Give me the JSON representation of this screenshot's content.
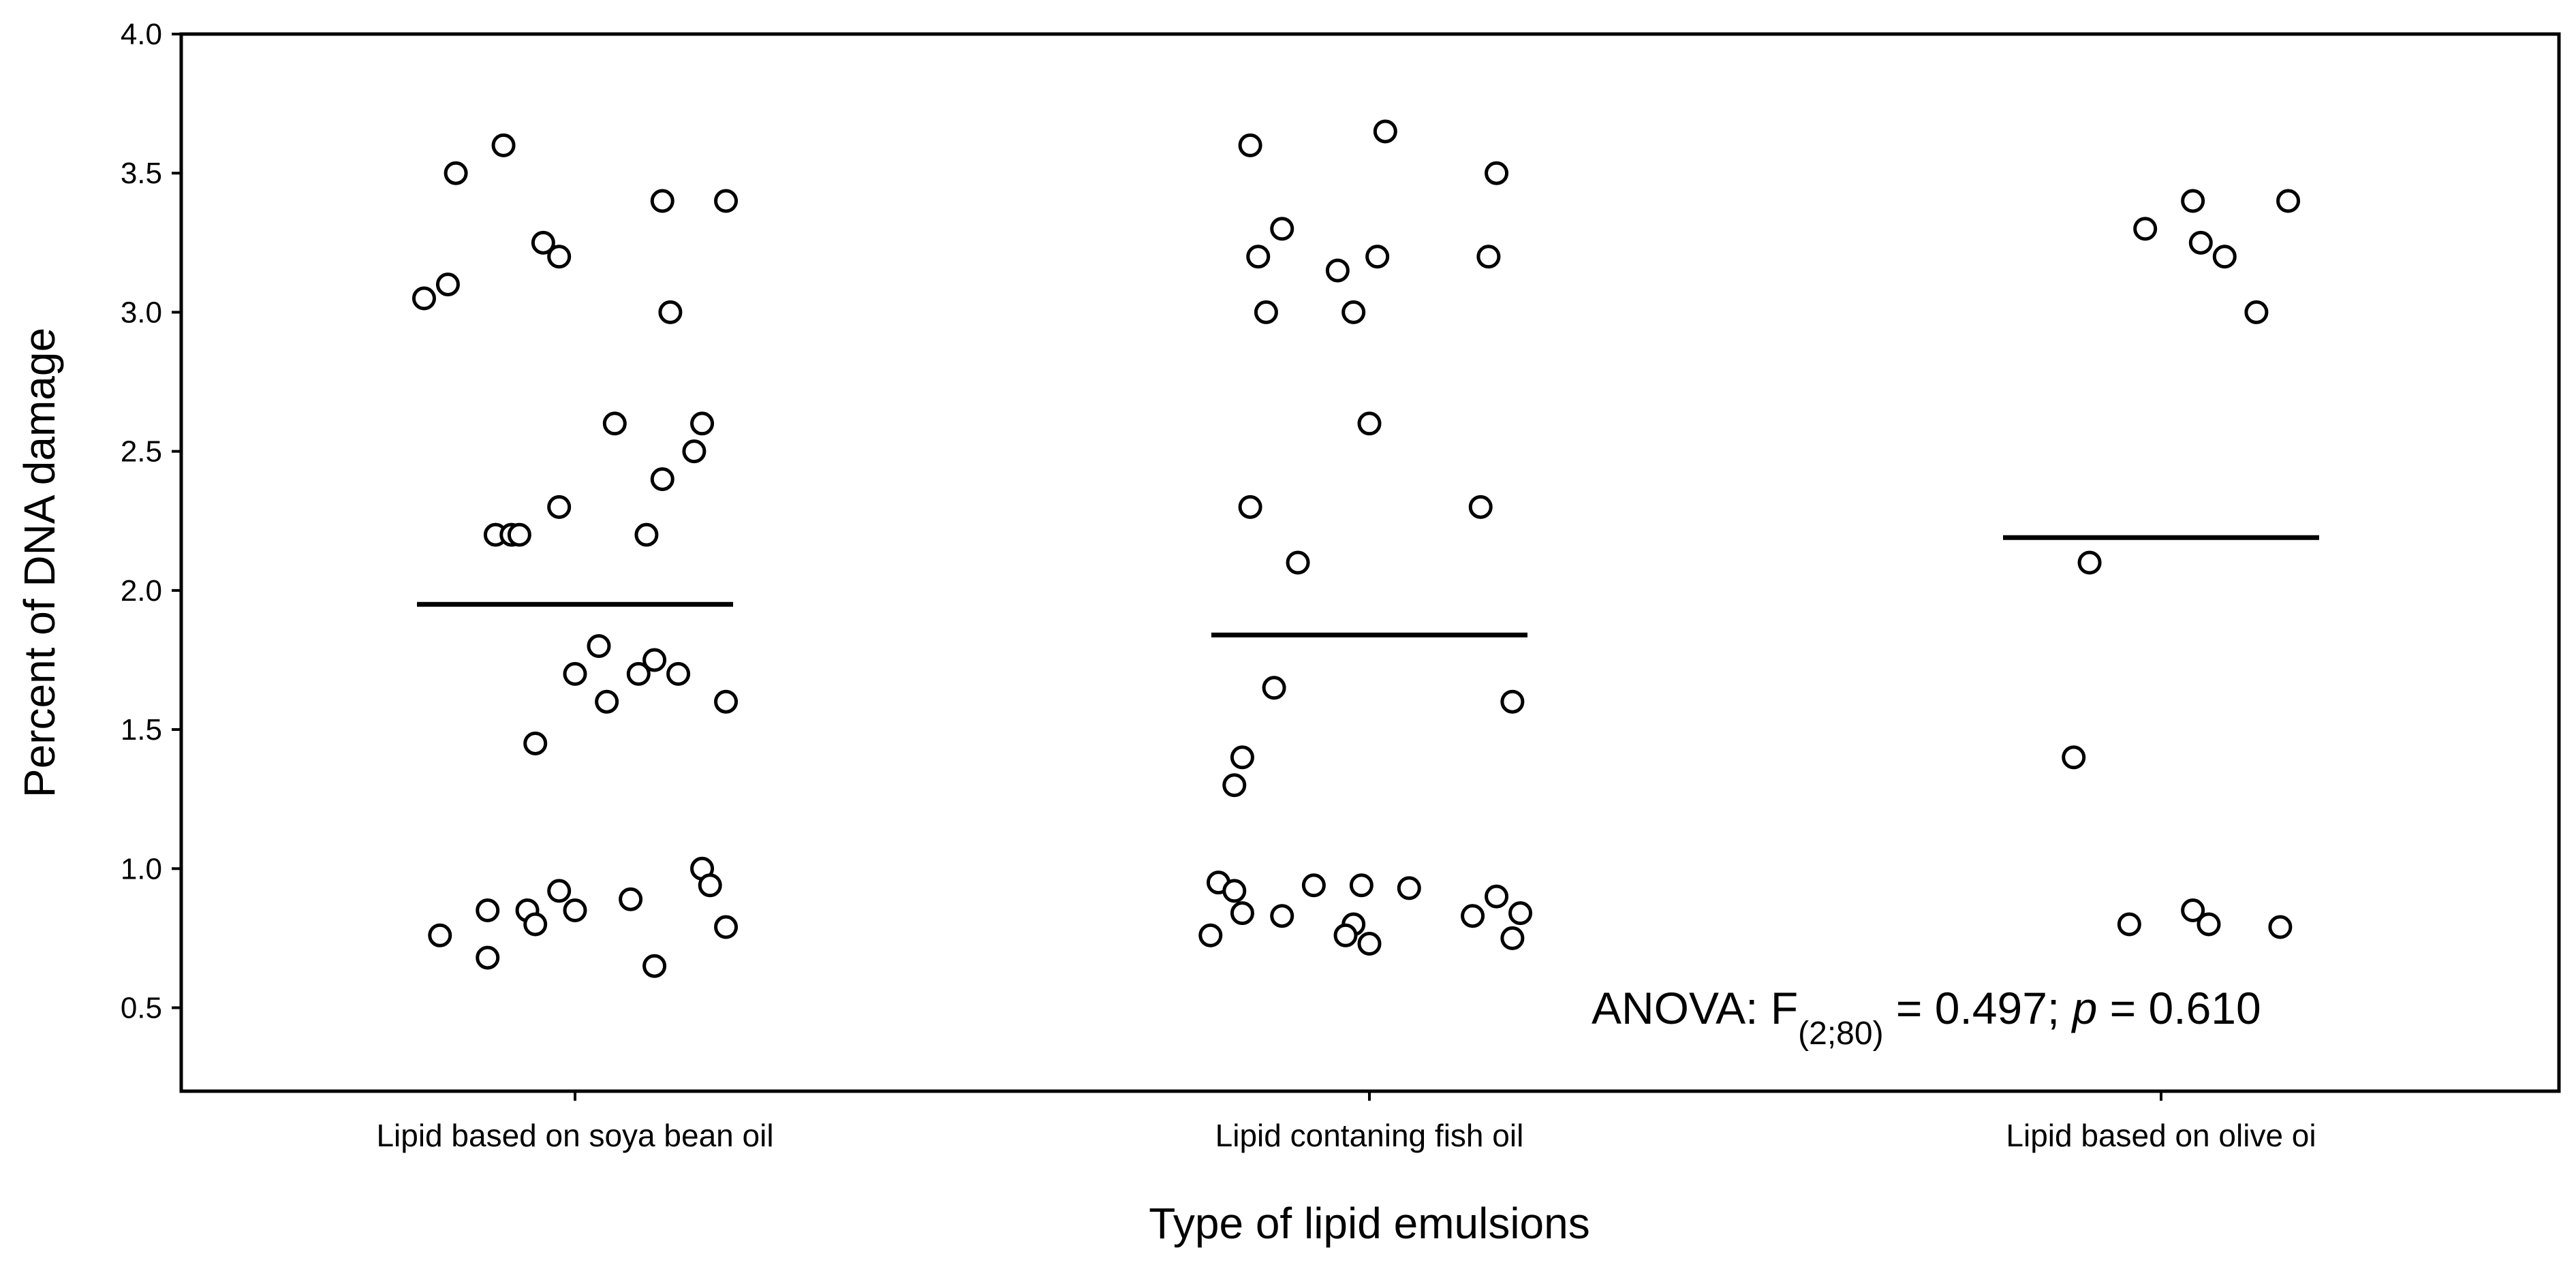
{
  "chart_data": {
    "type": "scatter",
    "title": "",
    "xlabel": "Type of lipid emulsions",
    "ylabel": "Percent of DNA damage",
    "ylim": [
      0.2,
      4.0
    ],
    "yticks": [
      "0.5",
      "1.0",
      "1.5",
      "2.0",
      "2.5",
      "3.0",
      "3.5",
      "4.0"
    ],
    "grid": false,
    "categories": [
      "Lipid based on soya bean oil",
      "Lipid contaning fish oil",
      "Lipid  based on olive oi"
    ],
    "groups": [
      {
        "category": "Lipid based on soya bean oil",
        "mean": 1.95,
        "points": [
          {
            "x": -0.19,
            "y": 3.05
          },
          {
            "x": -0.16,
            "y": 3.1
          },
          {
            "x": -0.15,
            "y": 3.5
          },
          {
            "x": -0.09,
            "y": 3.6
          },
          {
            "x": -0.04,
            "y": 3.25
          },
          {
            "x": -0.02,
            "y": 3.2
          },
          {
            "x": 0.11,
            "y": 3.4
          },
          {
            "x": 0.19,
            "y": 3.4
          },
          {
            "x": 0.12,
            "y": 3.0
          },
          {
            "x": 0.05,
            "y": 2.6
          },
          {
            "x": 0.16,
            "y": 2.6
          },
          {
            "x": 0.15,
            "y": 2.5
          },
          {
            "x": 0.11,
            "y": 2.4
          },
          {
            "x": -0.02,
            "y": 2.3
          },
          {
            "x": -0.1,
            "y": 2.2
          },
          {
            "x": -0.08,
            "y": 2.2
          },
          {
            "x": -0.07,
            "y": 2.2
          },
          {
            "x": 0.09,
            "y": 2.2
          },
          {
            "x": 0.03,
            "y": 1.8
          },
          {
            "x": 0.1,
            "y": 1.75
          },
          {
            "x": 0.0,
            "y": 1.7
          },
          {
            "x": 0.08,
            "y": 1.7
          },
          {
            "x": 0.13,
            "y": 1.7
          },
          {
            "x": 0.04,
            "y": 1.6
          },
          {
            "x": 0.19,
            "y": 1.6
          },
          {
            "x": -0.05,
            "y": 1.45
          },
          {
            "x": 0.16,
            "y": 1.0
          },
          {
            "x": -0.02,
            "y": 0.92
          },
          {
            "x": 0.17,
            "y": 0.94
          },
          {
            "x": 0.07,
            "y": 0.89
          },
          {
            "x": -0.11,
            "y": 0.85
          },
          {
            "x": -0.06,
            "y": 0.85
          },
          {
            "x": 0.0,
            "y": 0.85
          },
          {
            "x": -0.05,
            "y": 0.8
          },
          {
            "x": 0.19,
            "y": 0.79
          },
          {
            "x": -0.17,
            "y": 0.76
          },
          {
            "x": -0.11,
            "y": 0.68
          },
          {
            "x": 0.1,
            "y": 0.65
          }
        ]
      },
      {
        "category": "Lipid contaning fish oil",
        "mean": 1.84,
        "points": [
          {
            "x": -0.14,
            "y": 3.2
          },
          {
            "x": -0.15,
            "y": 3.6
          },
          {
            "x": -0.11,
            "y": 3.3
          },
          {
            "x": 0.02,
            "y": 3.65
          },
          {
            "x": 0.16,
            "y": 3.5
          },
          {
            "x": 0.01,
            "y": 3.2
          },
          {
            "x": -0.04,
            "y": 3.15
          },
          {
            "x": 0.15,
            "y": 3.2
          },
          {
            "x": -0.13,
            "y": 3.0
          },
          {
            "x": -0.02,
            "y": 3.0
          },
          {
            "x": 0.0,
            "y": 2.6
          },
          {
            "x": -0.15,
            "y": 2.3
          },
          {
            "x": 0.14,
            "y": 2.3
          },
          {
            "x": -0.09,
            "y": 2.1
          },
          {
            "x": -0.12,
            "y": 1.65
          },
          {
            "x": 0.18,
            "y": 1.6
          },
          {
            "x": -0.16,
            "y": 1.4
          },
          {
            "x": -0.17,
            "y": 1.3
          },
          {
            "x": -0.19,
            "y": 0.95
          },
          {
            "x": -0.17,
            "y": 0.92
          },
          {
            "x": -0.07,
            "y": 0.94
          },
          {
            "x": -0.01,
            "y": 0.94
          },
          {
            "x": 0.05,
            "y": 0.93
          },
          {
            "x": 0.16,
            "y": 0.9
          },
          {
            "x": -0.16,
            "y": 0.84
          },
          {
            "x": -0.11,
            "y": 0.83
          },
          {
            "x": 0.13,
            "y": 0.83
          },
          {
            "x": 0.19,
            "y": 0.84
          },
          {
            "x": -0.02,
            "y": 0.8
          },
          {
            "x": -0.2,
            "y": 0.76
          },
          {
            "x": -0.03,
            "y": 0.76
          },
          {
            "x": 0.18,
            "y": 0.75
          },
          {
            "x": 0.0,
            "y": 0.73
          }
        ]
      },
      {
        "category": "Lipid  based on olive oi",
        "mean": 2.19,
        "points": [
          {
            "x": -0.02,
            "y": 3.3
          },
          {
            "x": 0.04,
            "y": 3.4
          },
          {
            "x": 0.16,
            "y": 3.4
          },
          {
            "x": 0.05,
            "y": 3.25
          },
          {
            "x": 0.08,
            "y": 3.2
          },
          {
            "x": 0.12,
            "y": 3.0
          },
          {
            "x": -0.09,
            "y": 2.1
          },
          {
            "x": -0.11,
            "y": 1.4
          },
          {
            "x": -0.04,
            "y": 0.8
          },
          {
            "x": 0.06,
            "y": 0.8
          },
          {
            "x": 0.04,
            "y": 0.85
          },
          {
            "x": 0.15,
            "y": 0.79
          }
        ]
      }
    ]
  },
  "annotation": {
    "prefix": "ANOVA: F",
    "subscript": "(2;80)",
    "middle": " = 0.497; ",
    "italic": "p",
    "suffix": " = 0.610"
  }
}
